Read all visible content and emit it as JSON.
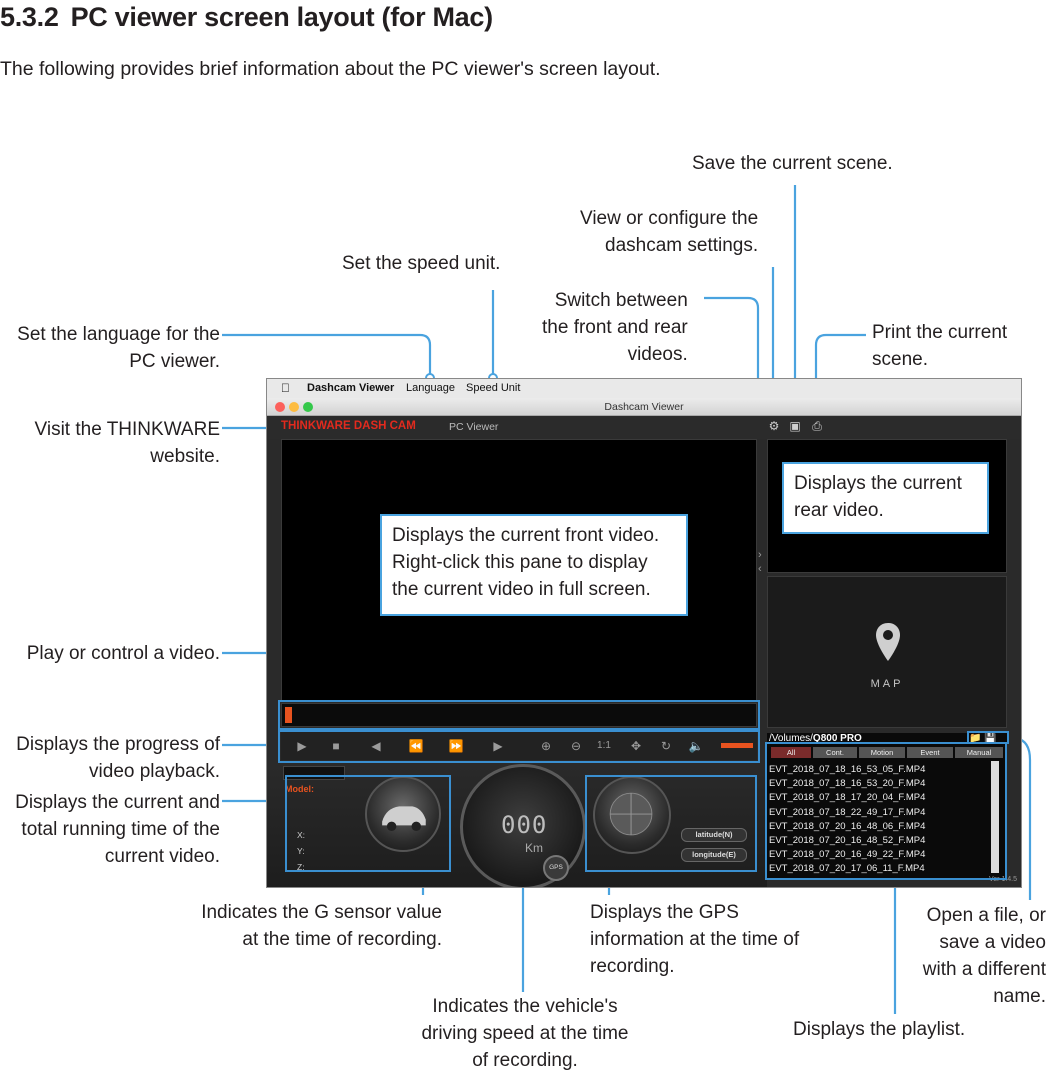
{
  "section": {
    "number": "5.3.2",
    "title": "PC viewer screen layout (for Mac)",
    "intro": "The following provides brief information about the PC viewer's screen layout."
  },
  "annotations": {
    "save_scene": "Save the current scene.",
    "settings": [
      "View or configure the",
      "dashcam settings."
    ],
    "speed_unit": "Set the speed unit.",
    "switch_videos": [
      "Switch between",
      "the front and rear",
      "videos."
    ],
    "language": [
      "Set the language for the",
      "PC viewer."
    ],
    "print_scene": [
      "Print the current",
      "scene."
    ],
    "website": [
      "Visit the THINKWARE",
      "website."
    ],
    "rear_video": [
      "Displays the current",
      "rear video."
    ],
    "front_video": [
      "Displays the current front video.",
      "Right-click this pane to display",
      "the current video in full screen."
    ],
    "play_control": "Play or control a video.",
    "progress": [
      "Displays the progress of",
      "video playback."
    ],
    "running_time": [
      "Displays the current and",
      "total running time of the",
      "current video."
    ],
    "g_sensor": [
      "Indicates the G sensor value",
      "at the time of recording."
    ],
    "gps_info": [
      "Displays the GPS",
      "information at the time of",
      "recording."
    ],
    "open_save": [
      "Open a file, or",
      "save a video",
      "with a different",
      "name."
    ],
    "speed": [
      "Indicates the vehicle's",
      "driving speed at the time",
      "of recording."
    ],
    "playlist": "Displays the playlist."
  },
  "app": {
    "menu_app": "Dashcam Viewer",
    "menu_language": "Language",
    "menu_speed_unit": "Speed Unit",
    "window_title": "Dashcam Viewer",
    "brand": "THINKWARE DASH CAM",
    "brand_sub": "PC Viewer",
    "map_label": "MAP",
    "playlist_path_prefix": "/Volumes/",
    "playlist_path_volume": "Q800 PRO",
    "playlist_tabs": [
      "All",
      "Cont.",
      "Motion",
      "Event",
      "Manual"
    ],
    "playlist_items": [
      "EVT_2018_07_18_16_53_05_F.MP4",
      "EVT_2018_07_18_16_53_20_F.MP4",
      "EVT_2018_07_18_17_20_04_F.MP4",
      "EVT_2018_07_18_22_49_17_F.MP4",
      "EVT_2018_07_20_16_48_06_F.MP4",
      "EVT_2018_07_20_16_48_52_F.MP4",
      "EVT_2018_07_20_16_49_22_F.MP4",
      "EVT_2018_07_20_17_06_11_F.MP4"
    ],
    "version": "Ver 1.4.5",
    "model_label": "Model:",
    "x_label": "X:",
    "y_label": "Y:",
    "z_label": "Z:",
    "speed_digits": "000",
    "speed_unit": "Km",
    "gps_label": "GPS",
    "latitude": "latitude(N)",
    "longitude": "longitude(E)",
    "zoom_label": "1:1",
    "accent_color": "#e8531f",
    "callout_color": "#4aa3df"
  }
}
